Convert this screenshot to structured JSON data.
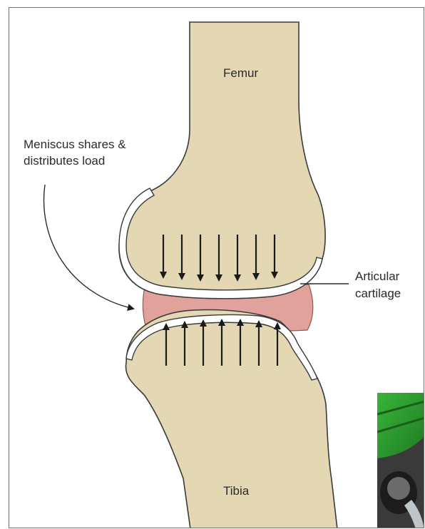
{
  "labels": {
    "femur": "Femur",
    "tibia": "Tibia",
    "meniscus_line1": "Meniscus shares &",
    "meniscus_line2": "distributes load",
    "cartilage_line1": "Articular",
    "cartilage_line2": "cartilage"
  },
  "colors": {
    "bone": "#e4d7b4",
    "bone_outline": "#3a3a3a",
    "cartilage": "#ffffff",
    "meniscus": "#e0a29a",
    "arrow": "#1a1a1a",
    "frame": "#6f6f6f",
    "photo_green": "#2f9a31"
  },
  "icons": {
    "load_arrows_down": "arrow-down-icon",
    "load_arrows_up": "arrow-up-icon",
    "meniscus_pointer": "curved-arrow-icon"
  },
  "arrows": {
    "down_count": 7,
    "up_count": 7
  }
}
